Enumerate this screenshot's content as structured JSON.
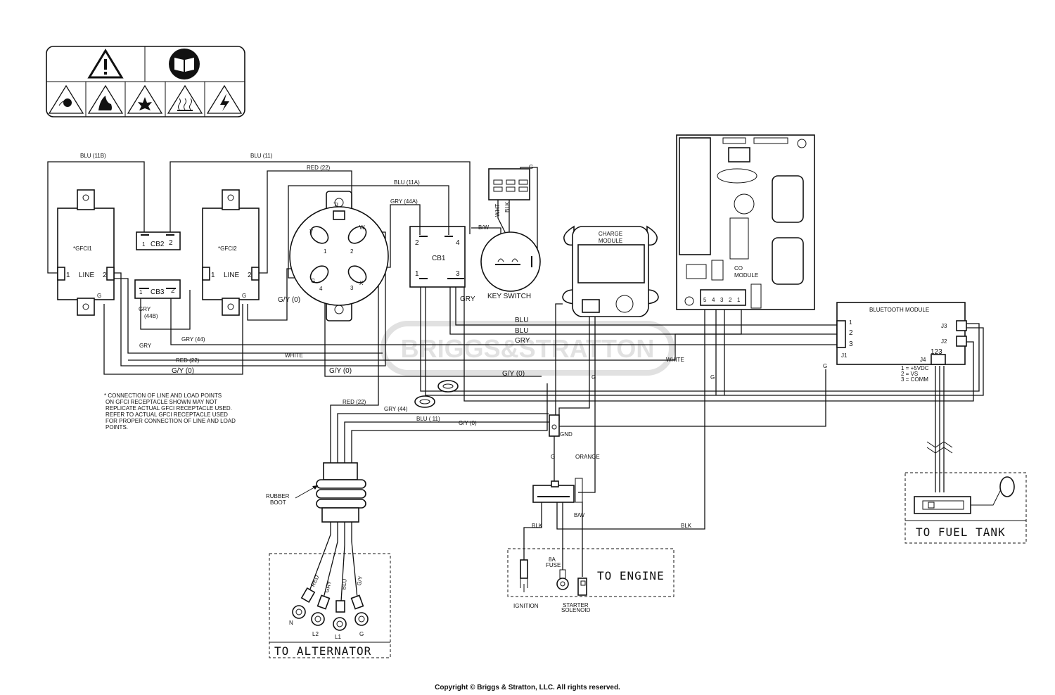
{
  "labels": {
    "blu_11b": "BLU (11B)",
    "blu_11": "BLU (11)",
    "red_22": "RED (22)",
    "blu_11a": "BLU (11A)",
    "gry_44a": "GRY (44A)",
    "g": "G",
    "wht": "WHT",
    "blk": "BLK",
    "bw": "B/W",
    "gfci1": "*GFCI1",
    "gfci2": "*GFCI2",
    "line": "LINE",
    "cb1": "CB1",
    "cb2": "CB2",
    "cb3": "CB3",
    "tl": "TL",
    "y": "Y",
    "w": "W",
    "x": "X",
    "n1": "1",
    "n2": "2",
    "n3": "3",
    "n4": "4",
    "n5": "5",
    "key_switch": "KEY SWITCH",
    "charge_module": "CHARGE\nMODULE",
    "co_module": "CO\nMODULE",
    "bluetooth_module": "BLUETOOTH MODULE",
    "j1": "J1",
    "j2": "J2",
    "j3": "J3",
    "j4": "J4",
    "j4_pins": "123",
    "j4_legend_1": "1 = +5VDC",
    "j4_legend_2": "2 = VS",
    "j4_legend_3": "3 = COMM",
    "gry": "GRY",
    "blu": "BLU",
    "gry_44": "GRY (44)",
    "gry_44b": "GRY\n(44B)",
    "white": "WHITE",
    "gy_0": "G/Y (0)",
    "gy_0_lc": "G/Y (0)",
    "blu_11_sp": "BLU ( 11)",
    "gnd": "GND",
    "orange": "ORANGE",
    "rubber_boot": "RUBBER\nBOOT",
    "fuse_8a": "8A\nFUSE",
    "ignition": "IGNITION",
    "starter_solenoid": "STARTER\nSOLENOID",
    "to_engine": "TO ENGINE",
    "to_alternator": "TO ALTERNATOR",
    "to_fuel_tank": "TO FUEL TANK",
    "lead_red": "RED",
    "lead_gry": "GRY",
    "lead_blu": "BLU",
    "lead_gy": "G/Y",
    "term_n": "N",
    "term_l2": "L2",
    "term_l1": "L1",
    "term_g": "G",
    "note": "* CONNECTION OF LINE AND LOAD POINTS\nON GFCI RECEPTACLE SHOWN MAY NOT\nREPLICATE ACTUAL GFCI RECEPTACLE USED.\nREFER TO ACTUAL GFCI RECEPTACLE USED\nFOR PROPER CONNECTION OF LINE AND LOAD\nPOINTS.",
    "watermark": "BRIGGS&STRATTON",
    "copyright": "Copyright © Briggs & Stratton, LLC. All rights reserved."
  },
  "icons": [
    "warning-icon",
    "manual-icon",
    "toxic-fumes-icon",
    "fire-icon",
    "explosion-icon",
    "hot-surface-icon",
    "shock-icon"
  ]
}
